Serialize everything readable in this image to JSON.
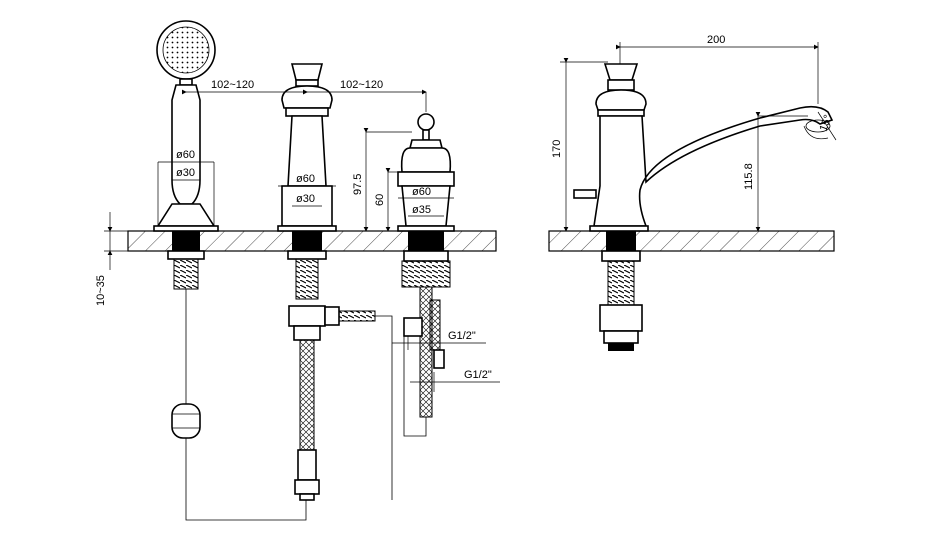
{
  "dimensions": {
    "spacing_left": "102~120",
    "spacing_right": "102~120",
    "handshower_outer_diameter": "ø60",
    "handshower_inner_diameter": "ø30",
    "spout_outer_diameter": "ø60",
    "spout_inner_diameter": "ø30",
    "valve_outer_diameter": "ø60",
    "valve_inner_diameter": "ø35",
    "valve_total_height": "97.5",
    "valve_body_height": "60",
    "deck_thickness": "10~35",
    "thread_upper": "G1/2\"",
    "thread_lower": "G1/2\"",
    "side_spout_reach": "200",
    "side_total_height": "170",
    "side_outlet_height": "115.8",
    "side_outlet_angle": "15°"
  },
  "colors": {
    "line": "#000000",
    "background": "#ffffff"
  }
}
